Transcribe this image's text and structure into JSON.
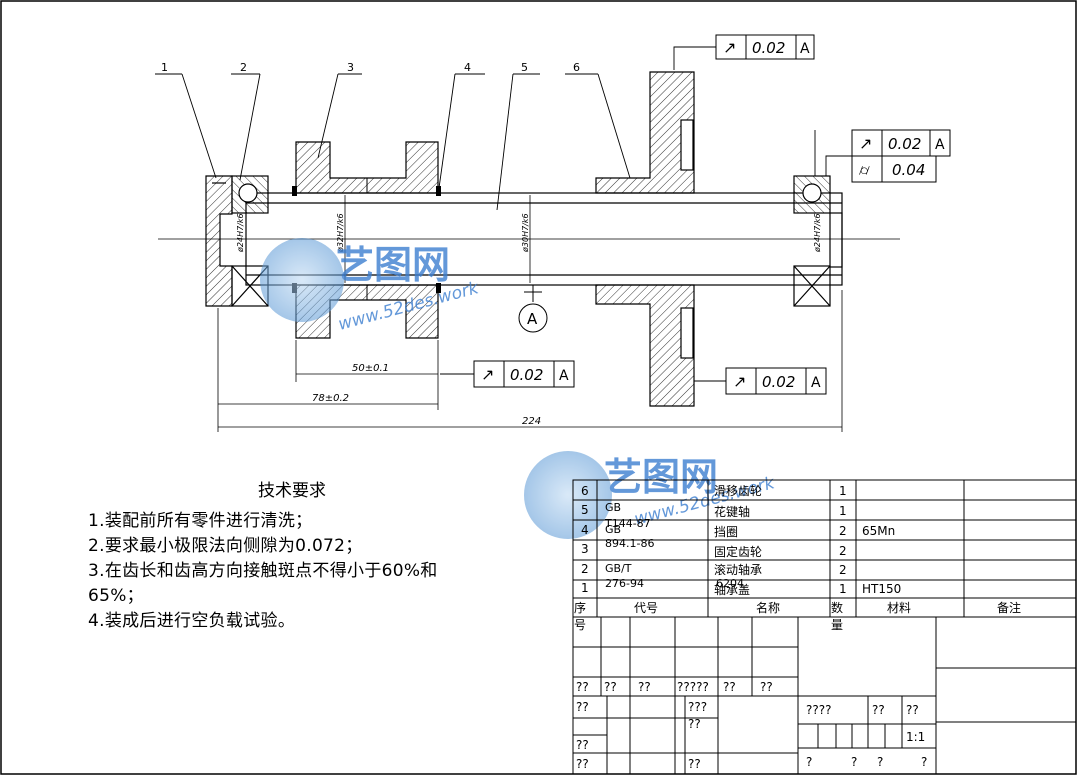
{
  "callouts": [
    "1",
    "2",
    "3",
    "4",
    "5",
    "6"
  ],
  "tolerance_frames": [
    {
      "symbol": "↗",
      "value": "0.02",
      "datum": "A"
    },
    {
      "symbol": "↗",
      "value": "0.02",
      "datum": "A"
    },
    {
      "symbol": "⌭",
      "value": "0.04",
      "datum": ""
    },
    {
      "symbol": "↗",
      "value": "0.02",
      "datum": "A"
    },
    {
      "symbol": "↗",
      "value": "0.02",
      "datum": "A"
    }
  ],
  "datum_label": "A",
  "dimensions": {
    "d1": "50±0.1",
    "d2": "78±0.2",
    "d3": "224"
  },
  "fits": {
    "f1": "ø24H7/k6",
    "f2": "ø32H7/k6",
    "f3": "ø30H7/k6",
    "f4": "ø24H7/k6"
  },
  "watermark": {
    "brand": "艺图网",
    "site": "www.52des.work"
  },
  "notes": {
    "title": "技术要求",
    "lines": [
      "1.装配前所有零件进行清洗；",
      "2.要求最小极限法向侧隙为0.072；",
      "3.在齿长和齿高方向接触斑点不得小于60%和",
      "65%；",
      "4.装成后进行空负载试验。"
    ]
  },
  "bom": {
    "rows": [
      {
        "no": "6",
        "code": "",
        "name": "滑移齿轮",
        "qty": "1",
        "material": "",
        "remark": ""
      },
      {
        "no": "5",
        "code": "GB\nT144-87",
        "name": "花键轴",
        "qty": "1",
        "material": "",
        "remark": ""
      },
      {
        "no": "4",
        "code": "GB\n894.1-86",
        "name": "挡圈",
        "qty": "2",
        "material": "65Mn",
        "remark": ""
      },
      {
        "no": "3",
        "code": "",
        "name": "固定齿轮",
        "qty": "2",
        "material": "",
        "remark": ""
      },
      {
        "no": "2",
        "code": "GB/T\n276-94",
        "name": "滚动轴承\n6204",
        "qty": "2",
        "material": "",
        "remark": ""
      },
      {
        "no": "1",
        "code": "",
        "name": "轴承盖",
        "qty": "1",
        "material": "HT150",
        "remark": ""
      }
    ],
    "headers": {
      "no": "序\n号",
      "code": "代号",
      "name": "名称",
      "qty": "数\n量",
      "material": "材料",
      "remark": "备注"
    }
  },
  "titleblock": {
    "row1": [
      "??",
      "??",
      "??",
      "?????",
      "??",
      "??"
    ],
    "a1": "??",
    "a2": "???",
    "a3": "??",
    "a4": "??",
    "a5": "??",
    "b1": "????",
    "b2": "??",
    "b3": "??",
    "scale": "1:1",
    "c": [
      "?",
      "?",
      "?",
      "?"
    ]
  }
}
